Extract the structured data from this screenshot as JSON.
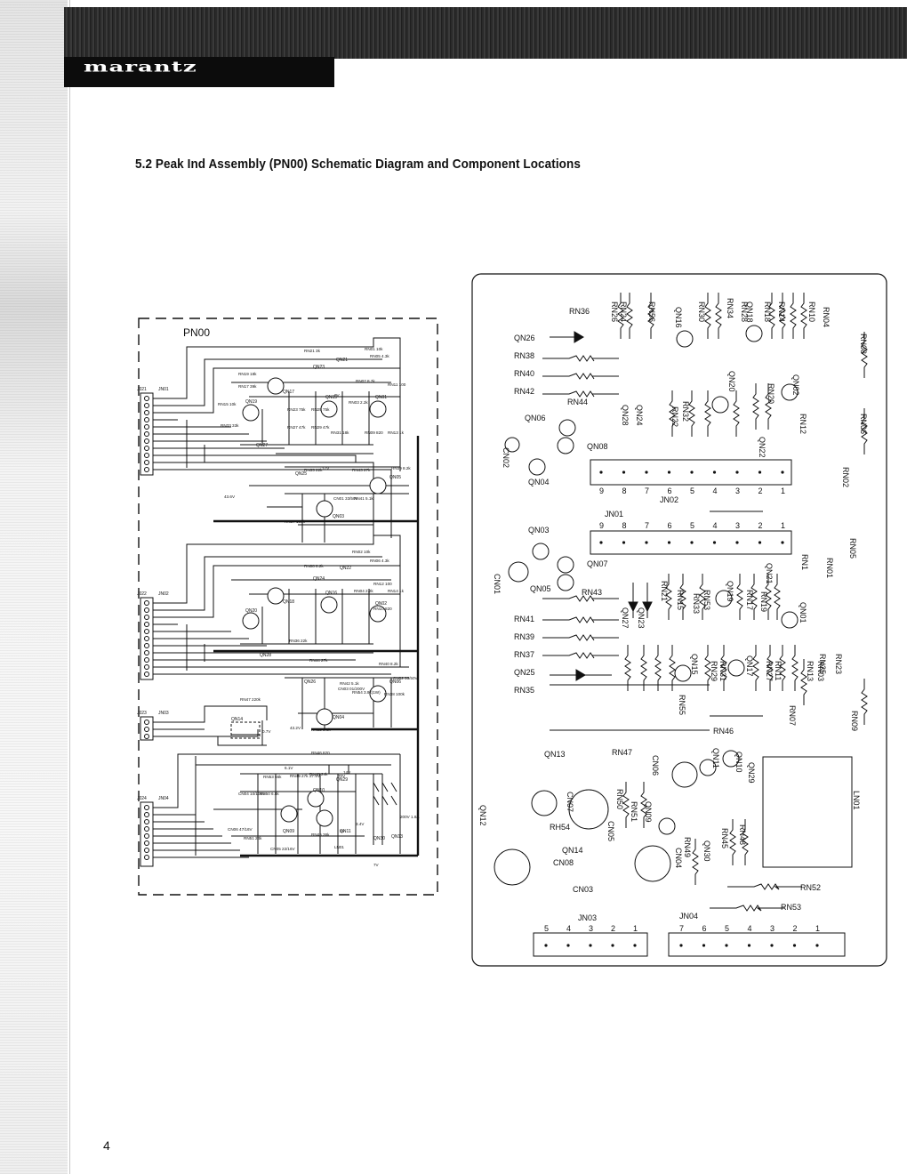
{
  "brand": "marantz",
  "section_title": "5.2 Peak Ind Assembly (PN00) Schematic Diagram and Component Locations",
  "page_number": "4",
  "schematic": {
    "board_label": "PN00",
    "connectors": [
      "J021",
      "J022",
      "J023",
      "J024"
    ],
    "jumpers": [
      "JN01",
      "JN02",
      "JN03",
      "JN04"
    ],
    "transistors": [
      "QN21",
      "QN23",
      "QN17",
      "QN15",
      "QN01",
      "QN19",
      "QN27",
      "QN25",
      "QN05",
      "QN03",
      "QN22",
      "QN24",
      "QN18",
      "QN16",
      "QN02",
      "QN20",
      "QN28",
      "QN26",
      "QN06",
      "QN04",
      "QN14",
      "QN09",
      "QN10",
      "QN11",
      "QN29",
      "QN30",
      "QN13"
    ],
    "labels": [
      "RN01 10k",
      "RN05 4.3k",
      "RN21 3k",
      "RN19 18k",
      "RN17 39k",
      "RN15 10k",
      "RN33 33k",
      "RN23 75k",
      "RN25 75k",
      "RN27 47k",
      "RN29 47k",
      "RN31 18k",
      "RN07 8.2k",
      "RN03 2.2k",
      "RN09 820",
      "RN13 1k",
      "RN11 100",
      "RN35 22k",
      "RN43 27k",
      "RN39 8.2k",
      "CN01 33/50V",
      "RN41 5.1k",
      "RN37 100k",
      "RN02 10k",
      "RN06 4.3k",
      "RN08 8.2k",
      "RN12 100",
      "RN04 2.2k",
      "RN10 820",
      "RN14 1k",
      "RN36 22k",
      "RN44 27k",
      "RN40 8.2k",
      "CN02 33/50V",
      "RN42 5.1k",
      "RN38 100k",
      "CN03 01/200V",
      "RN54 3.9k(1W)",
      "RN52 5.6k",
      "RN47 220k",
      "RN46 820",
      "RN53 56k",
      "RN49 27k",
      "RN48 24k",
      "CN04 10/100V",
      "RN50 6.8k",
      "CN06 47/16V",
      "RN51 24k",
      "CN05 22/16V",
      "RN45 36k",
      "LN01",
      "70V",
      "6.1V",
      "43.6V",
      "43.2V",
      "0V",
      "17V",
      "27.5V",
      "14V",
      "3V",
      "3.4V",
      "0.7V",
      "200V 1.8A",
      "7V"
    ]
  },
  "component_locations": {
    "left_labels": [
      "RN36",
      "QN26",
      "RN38",
      "RN40",
      "RN42",
      "QN06",
      "RN44",
      "CN02",
      "QN04",
      "QN08",
      "QN03",
      "CN01",
      "QN05",
      "QN07",
      "RN43",
      "RN41",
      "RN39",
      "RN37",
      "QN25",
      "RN35",
      "QN13",
      "RN47",
      "QN12",
      "RH54",
      "QN14",
      "CN08",
      "CN03",
      "CN07",
      "CN05"
    ],
    "top_vertical": [
      "RN26",
      "RN24",
      "RN56",
      "RN30",
      "QN16",
      "RN34",
      "RN28",
      "QN18",
      "RN18",
      "RN14",
      "RN10",
      "RN20",
      "RN04",
      "QN02",
      "RN08",
      "RN12",
      "RN06",
      "RN02",
      "QN20",
      "RN32",
      "RN22",
      "QN28",
      "QN24",
      "QN22"
    ],
    "middle_vertical": [
      "QN27",
      "QN23",
      "RN21",
      "RN15",
      "RN33",
      "RN53",
      "QN19",
      "RN17",
      "RN19",
      "QN01",
      "QN21",
      "RN1",
      "RN05",
      "RN01",
      "RN25",
      "RN23",
      "RN55",
      "QN15",
      "RN29",
      "RN31",
      "QN17",
      "RN27",
      "RN11",
      "RN13",
      "RN03",
      "RN07",
      "RN09",
      "RN46"
    ],
    "bottom_vertical": [
      "CN06",
      "QN11",
      "QN10",
      "QN29",
      "QN09",
      "RN50",
      "RN51",
      "CN04",
      "RN49",
      "QN30",
      "RN45",
      "RN48",
      "LN01",
      "RN52",
      "RN53"
    ],
    "jn02_label": "JN02",
    "jn02_pins": [
      "9",
      "8",
      "7",
      "6",
      "5",
      "4",
      "3",
      "2",
      "1"
    ],
    "jn01_label": "JN01",
    "jn01_pins": [
      "9",
      "8",
      "7",
      "6",
      "5",
      "4",
      "3",
      "2",
      "1"
    ],
    "jn03_label": "JN03",
    "jn03_pins": [
      "5",
      "4",
      "3",
      "2",
      "1"
    ],
    "jn04_label": "JN04",
    "jn04_pins": [
      "7",
      "6",
      "5",
      "4",
      "3",
      "2",
      "1"
    ]
  }
}
